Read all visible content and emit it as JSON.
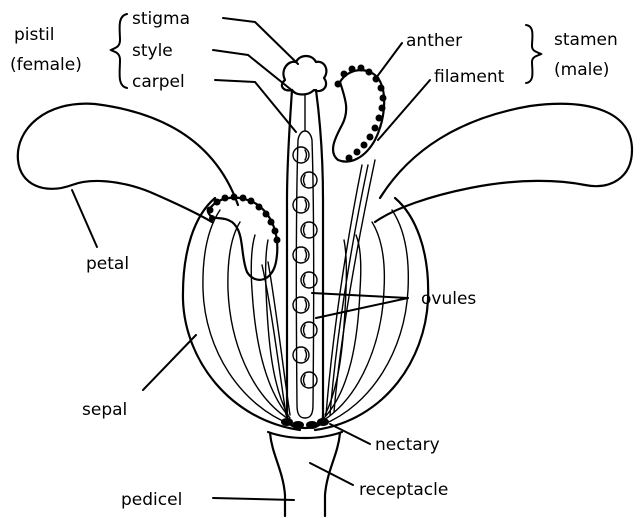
{
  "labels": {
    "pistil": "pistil",
    "female": "(female)",
    "stigma": "stigma",
    "style": "style",
    "carpel": "carpel",
    "anther": "anther",
    "filament": "filament",
    "stamen": "stamen",
    "male": "(male)",
    "petal": "petal",
    "ovules": "ovules",
    "sepal": "sepal",
    "nectary": "nectary",
    "receptacle": "receptacle",
    "pedicel": "pedicel"
  }
}
